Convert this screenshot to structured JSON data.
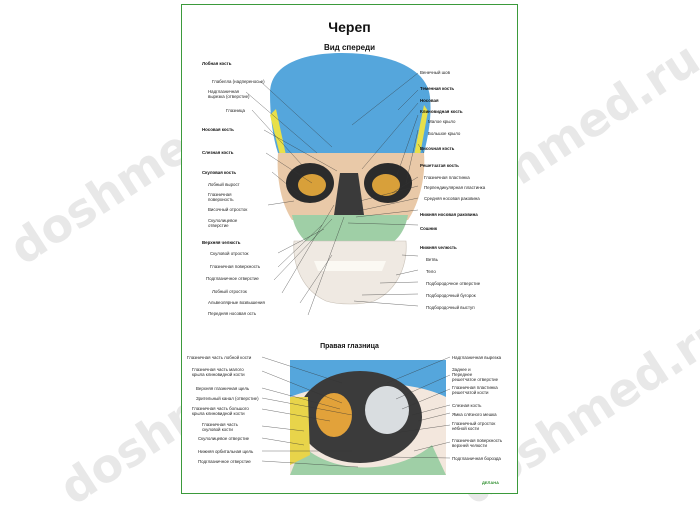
{
  "title": "Череп",
  "subtitle": "Вид спереди",
  "orbit_title": "Правая глазница",
  "watermark": "doshmed.ru",
  "logo": "ДЕЛАНА",
  "front_labels_left": [
    "Лобная кость",
    "Глабелла (надпереносье)",
    "Надглазничная\nвырезка (отверстие)",
    "Глазница",
    "Носовая кость",
    "Слезная кость",
    "Скуловая кость",
    "Лобный вырост",
    "Глазничная\nповерхность",
    "Височный отросток",
    "Скулолицевое\nотверстие",
    "Верхняя челюсть",
    "Скуловой отросток",
    "Глазничная поверхность",
    "Подглазничное  отверстие",
    "Лобный отросток",
    "Альвеолярные возвышения",
    "Передняя носовая  ость"
  ],
  "front_labels_right": [
    "Венечный шов",
    "Теменная кость",
    "Носовая",
    "Клиновидная кость",
    "Малое крыло",
    "Большое крыло",
    "Височная кость",
    "Решетчатая кость",
    "Глазничная пластинка",
    "Перпендикулярная пластинка",
    "Средняя носовая раковина",
    "Нижняя носовая раковина",
    "Сошник",
    "Нижняя челюсть",
    "Ветвь",
    "Тело",
    "Подбородочное отверстие",
    "Подбородочный бугорок",
    "Подбородочный выступ"
  ],
  "orbit_labels_left": [
    "Глазничная часть лобной кости",
    "Глазничная  часть малого\nкрыла клиновидной кости",
    "Верхняя глазничная щель",
    "Зрительный канал (отверстие)",
    "Глазничная  часть большого\nкрыла клиновидной кости",
    "Глазничная часть\nскуловой кости",
    "Скулолицевое отверстие",
    "Нижняя орбитальная щель",
    "Подглазничное отверстие"
  ],
  "orbit_labels_right": [
    "Надглазничная вырезка",
    "Заднее и\nПереднее\nрешетчатое отверстие",
    "Глазничная пластинка\nрешетчатой кости",
    "Слезная кость",
    "Ямка слёзного мешка",
    "Глазничный отросток\nнёбной кости",
    "Глазничная поверхность\nверхней челюсти",
    "Подглазничная борозда"
  ]
}
